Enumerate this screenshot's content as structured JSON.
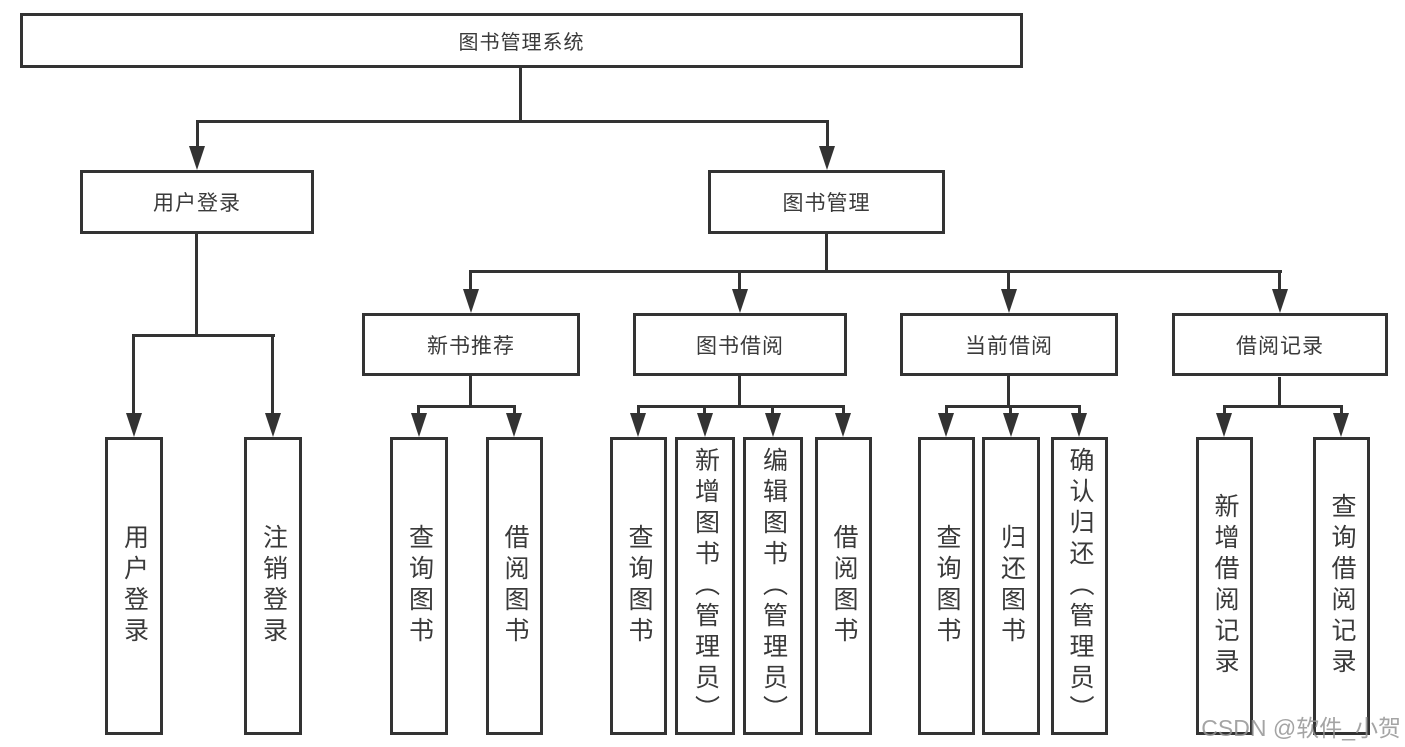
{
  "diagram": {
    "type": "tree",
    "root": {
      "label": "图书管理系统"
    },
    "branches": [
      {
        "label": "用户登录",
        "children": [
          {
            "label": "用户登录"
          },
          {
            "label": "注销登录"
          }
        ]
      },
      {
        "label": "图书管理",
        "children": [
          {
            "label": "新书推荐",
            "children": [
              {
                "label": "查询图书"
              },
              {
                "label": "借阅图书"
              }
            ]
          },
          {
            "label": "图书借阅",
            "children": [
              {
                "label": "查询图书"
              },
              {
                "label": "新增图书（管理员）"
              },
              {
                "label": "编辑图书（管理员）"
              },
              {
                "label": "借阅图书"
              }
            ]
          },
          {
            "label": "当前借阅",
            "children": [
              {
                "label": "查询图书"
              },
              {
                "label": "归还图书"
              },
              {
                "label": "确认归还（管理员）"
              }
            ]
          },
          {
            "label": "借阅记录",
            "children": [
              {
                "label": "新增借阅记录"
              },
              {
                "label": "查询借阅记录"
              }
            ]
          }
        ]
      }
    ]
  },
  "watermark": {
    "text": "CSDN @软件_小贺同学"
  },
  "colors": {
    "line": "#333333",
    "text": "#3a3a3a",
    "background": "#ffffff",
    "watermark": "#949494"
  }
}
